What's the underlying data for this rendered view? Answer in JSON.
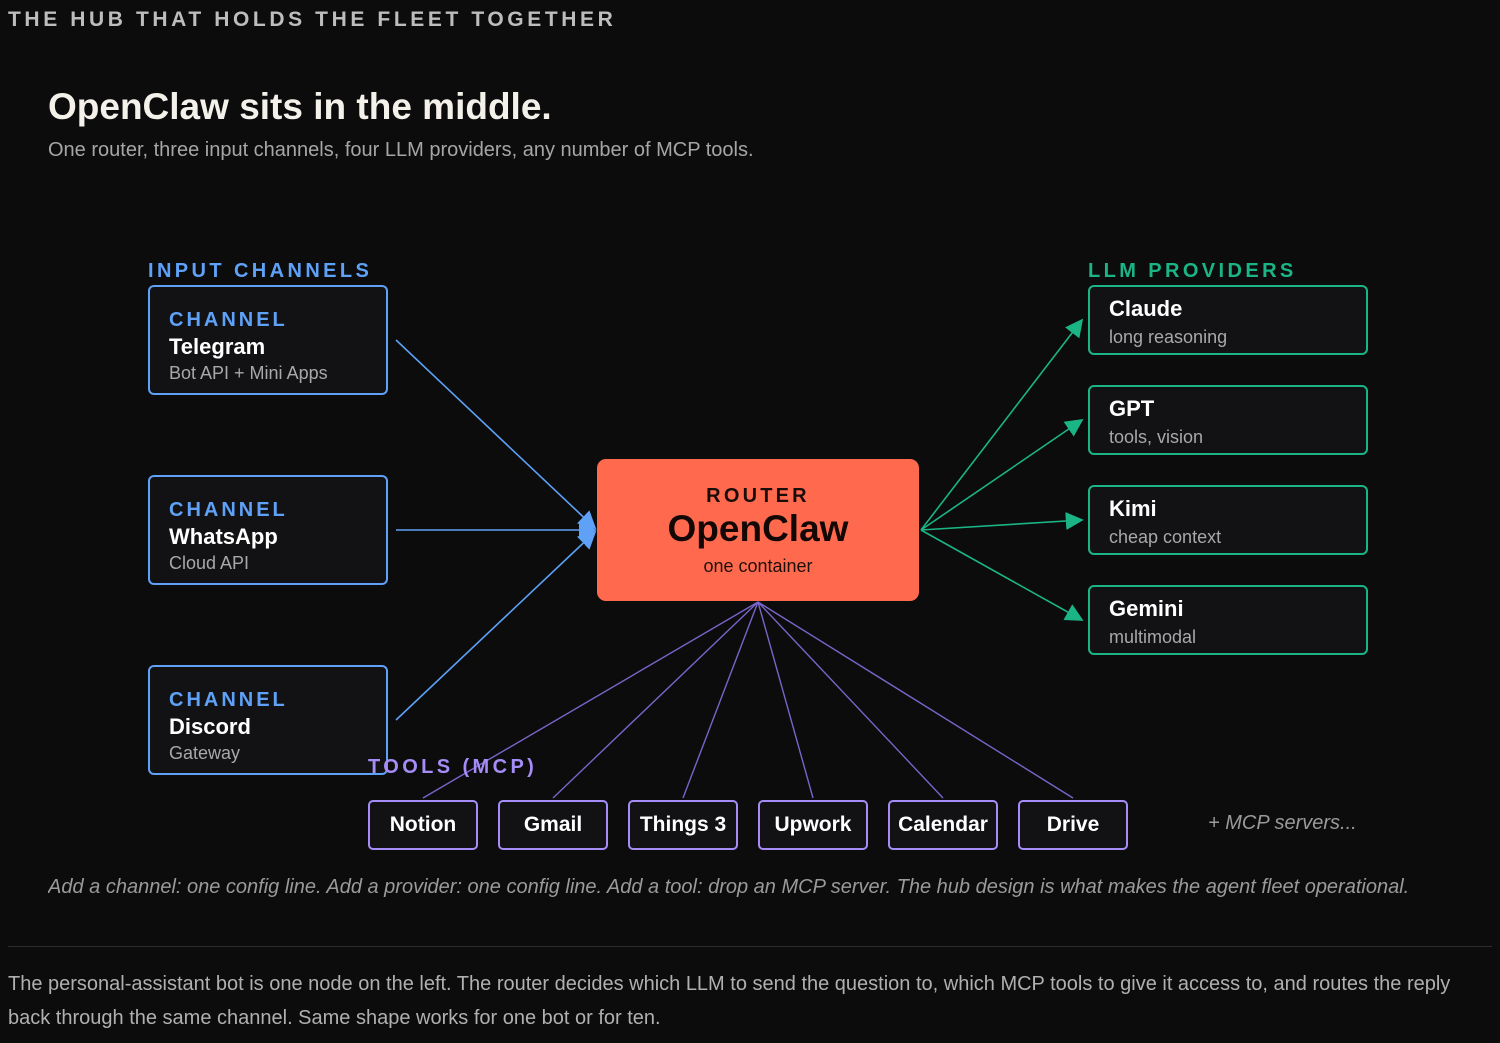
{
  "header": {
    "eyebrow": "THE HUB THAT HOLDS THE FLEET TOGETHER",
    "title": "OpenClaw sits in the middle.",
    "subtitle": "One router, three input channels, four LLM providers, any number of MCP tools."
  },
  "diagram": {
    "input_label": "INPUT CHANNELS",
    "llm_label": "LLM PROVIDERS",
    "tools_label": "TOOLS (MCP)",
    "channels": [
      {
        "tag": "CHANNEL",
        "name": "Telegram",
        "desc": "Bot API + Mini Apps"
      },
      {
        "tag": "CHANNEL",
        "name": "WhatsApp",
        "desc": "Cloud API"
      },
      {
        "tag": "CHANNEL",
        "name": "Discord",
        "desc": "Gateway"
      }
    ],
    "router": {
      "tag": "ROUTER",
      "name": "OpenClaw",
      "desc": "one container"
    },
    "providers": [
      {
        "name": "Claude",
        "desc": "long reasoning"
      },
      {
        "name": "GPT",
        "desc": "tools, vision"
      },
      {
        "name": "Kimi",
        "desc": "cheap context"
      },
      {
        "name": "Gemini",
        "desc": "multimodal"
      }
    ],
    "tools": [
      "Notion",
      "Gmail",
      "Things 3",
      "Upwork",
      "Calendar",
      "Drive"
    ],
    "tools_more": "+ MCP servers...",
    "colors": {
      "channel": "#5ea1f7",
      "provider": "#1bb585",
      "tool": "#a58cf6",
      "router": "#ff6a4f"
    }
  },
  "caption": "Add a channel: one config line. Add a provider: one config line. Add a tool: drop an MCP server. The hub design is what makes the agent fleet operational.",
  "body": "The personal-assistant bot is one node on the left. The router decides which LLM to send the question to, which MCP tools to give it access to, and routes the reply back through the same channel. Same shape works for one bot or for ten."
}
